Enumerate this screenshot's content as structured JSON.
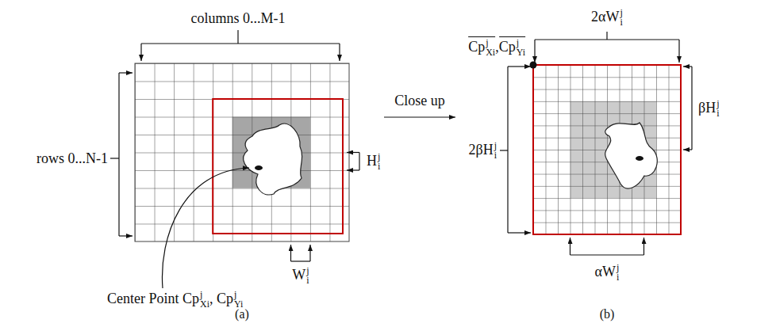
{
  "diagram": {
    "labels": [
      "columns 0...M-1",
      "rows 0...N-1",
      "Center Point Cp",
      "Xi",
      "j",
      ", Cp",
      "Yi",
      "j",
      "H",
      "i",
      "j",
      "W",
      "i",
      "j",
      "Close up",
      "2αW",
      "i",
      "j",
      "Cp",
      "Xi",
      "j",
      ",",
      "Cp",
      "Yi",
      "j",
      "βH",
      "i",
      "j",
      "2βH",
      "i",
      "j",
      "αW",
      "i",
      "j",
      "(a)",
      "(b)"
    ]
  }
}
